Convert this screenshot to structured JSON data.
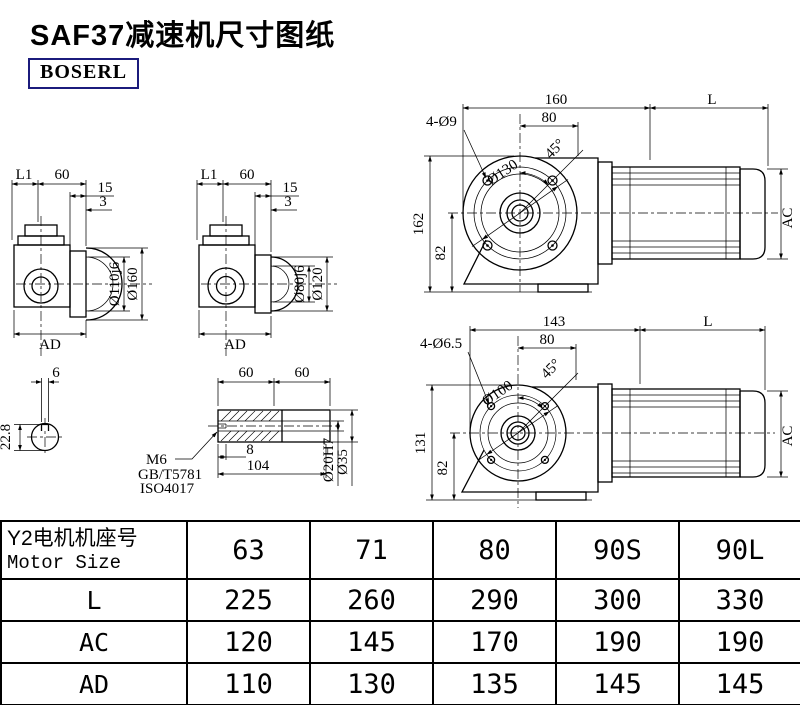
{
  "page": {
    "title": "SAF37减速机尺寸图纸",
    "brand": "BOSERL",
    "brand_border_color": "#1b1b7c",
    "line_color": "#000000"
  },
  "drawing_a": {
    "l1": "L1",
    "d60": "60",
    "d15": "15",
    "d3": "3",
    "dia_shaft": "Ø110j6",
    "dia_flange": "Ø160",
    "ad": "AD"
  },
  "drawing_b": {
    "l1": "L1",
    "d60": "60",
    "d15": "15",
    "d3": "3",
    "dia_shaft": "Ø80j6",
    "dia_flange": "Ø120",
    "ad": "AD"
  },
  "shaft": {
    "d6": "6",
    "d22_8": "22.8",
    "d60a": "60",
    "d60b": "60",
    "thread": "M6",
    "std1": "GB/T5781",
    "std2": "ISO4017",
    "d8": "8",
    "d104": "104",
    "bore": "Ø20H7",
    "dia": "Ø35"
  },
  "assembly_top": {
    "width": "160",
    "motor_len": "L",
    "holes": "4-Ø9",
    "d80": "80",
    "angle": "45°",
    "bolt_circle": "Ø130",
    "height": "162",
    "d82": "82",
    "ac": "AC"
  },
  "assembly_bottom": {
    "width": "143",
    "motor_len": "L",
    "holes": "4-Ø6.5",
    "d80": "80",
    "angle": "45°",
    "bolt_circle": "Ø100",
    "height": "131",
    "d82": "82",
    "ac": "AC"
  },
  "table": {
    "row_header": {
      "cn": "Y2电机机座号",
      "en": "Motor Size"
    },
    "columns": [
      "63",
      "71",
      "80",
      "90S",
      "90L"
    ],
    "rows": [
      {
        "label": "L",
        "values": [
          "225",
          "260",
          "290",
          "300",
          "330"
        ]
      },
      {
        "label": "AC",
        "values": [
          "120",
          "145",
          "170",
          "190",
          "190"
        ]
      },
      {
        "label": "AD",
        "values": [
          "110",
          "130",
          "135",
          "145",
          "145"
        ]
      }
    ]
  }
}
